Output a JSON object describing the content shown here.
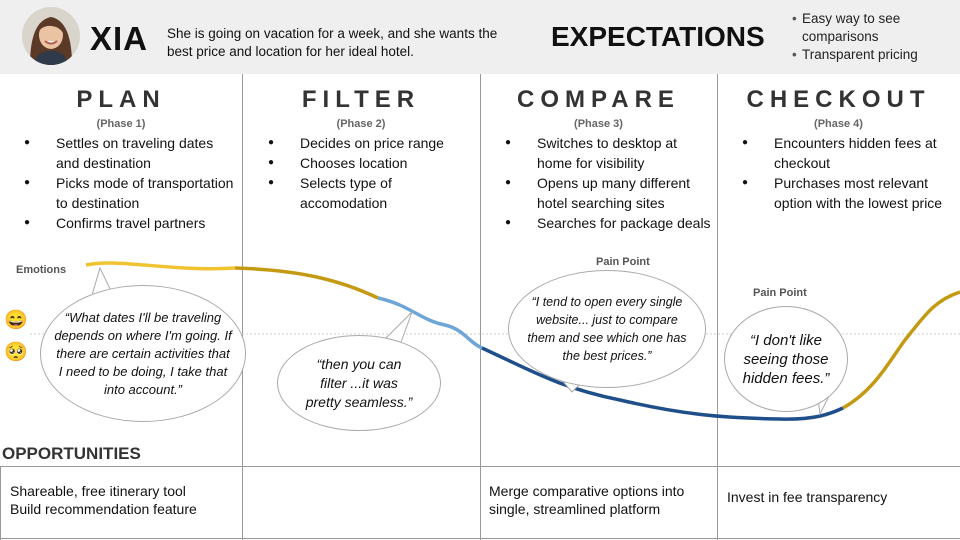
{
  "persona": {
    "name": "XIA",
    "description": "She is going on vacation for a week, and she wants the best price and location for her ideal hotel."
  },
  "expectations": {
    "title": "EXPECTATIONS",
    "items": [
      "Easy way to see comparisons",
      "Transparent pricing"
    ]
  },
  "phases": [
    {
      "title": "PLAN",
      "subtitle": "(Phase 1)",
      "steps": [
        "Settles on traveling dates and destination",
        "Picks mode of transportation to destination",
        "Confirms travel partners"
      ]
    },
    {
      "title": "FILTER",
      "subtitle": "(Phase 2)",
      "steps": [
        "Decides on price range",
        "Chooses location",
        "Selects type of accomodation"
      ]
    },
    {
      "title": "COMPARE",
      "subtitle": "(Phase 3)",
      "steps": [
        "Switches to desktop at home for visibility",
        "Opens up many different hotel searching sites",
        "Searches for package deals"
      ]
    },
    {
      "title": "CHECKOUT",
      "subtitle": "(Phase 4)",
      "steps": [
        "Encounters hidden fees at checkout",
        "Purchases most relevant option with the lowest price"
      ]
    }
  ],
  "emotions": {
    "label": "Emotions",
    "happy_icon": "grinning-face-icon",
    "sad_icon": "pleading-face-icon"
  },
  "quotes": [
    "“What dates I'll be traveling depends on where I'm going. If there are certain activities that I need to be doing, I take that into account.”",
    "“then you can filter ...it was pretty seamless.”",
    "“I tend to open every single website... just to compare them and see which one has the best prices.”",
    "“I don't like seeing those hidden fees.”"
  ],
  "pain_points": [
    "Pain Point",
    "Pain Point"
  ],
  "opportunities": {
    "title": "OPPORTUNITIES",
    "items": [
      "Shareable, free itinerary tool\nBuild recommendation feature",
      "",
      "Merge comparative options into single, streamlined platform",
      "Invest in fee transparency"
    ]
  },
  "colors": {
    "header_bg": "#efefef",
    "curve_yellow": "#f0c330",
    "curve_gold": "#c49a12",
    "curve_lightblue": "#6fa6d8",
    "curve_navy": "#1f4f8a"
  }
}
